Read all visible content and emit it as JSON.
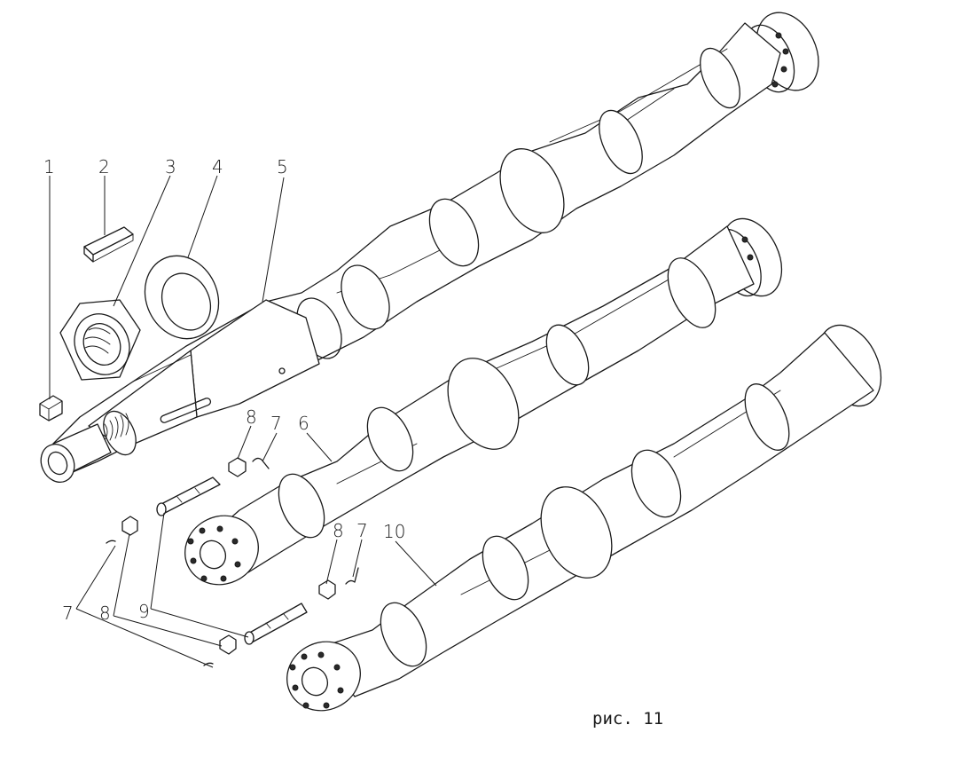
{
  "caption": "рис. 11",
  "callouts": [
    "1",
    "2",
    "3",
    "4",
    "5",
    "6",
    "7",
    "7",
    "7",
    "8",
    "8",
    "8",
    "9",
    "10"
  ]
}
